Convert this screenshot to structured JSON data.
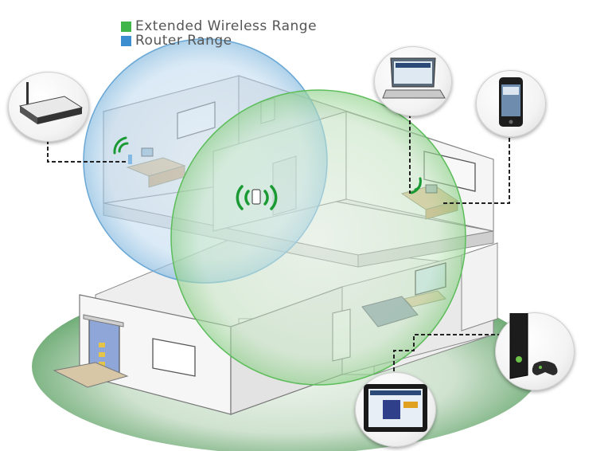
{
  "legend": {
    "extended": {
      "label": "Extended Wireless Range",
      "color": "#3fb54a"
    },
    "router": {
      "label": "Router Range",
      "color": "#3b8fd0"
    }
  },
  "colors": {
    "extended_range": "#3fb54a",
    "router_range": "#3b8fd0",
    "lawn": "#4f9a58",
    "signal_waves": "#1a9a33",
    "connector_line": "#222222"
  },
  "devices": [
    {
      "name": "router",
      "icon": "router-icon"
    },
    {
      "name": "laptop",
      "icon": "laptop-icon"
    },
    {
      "name": "smartphone",
      "icon": "smartphone-icon"
    },
    {
      "name": "game-console",
      "icon": "game-console-icon"
    },
    {
      "name": "tablet",
      "icon": "tablet-icon"
    }
  ]
}
